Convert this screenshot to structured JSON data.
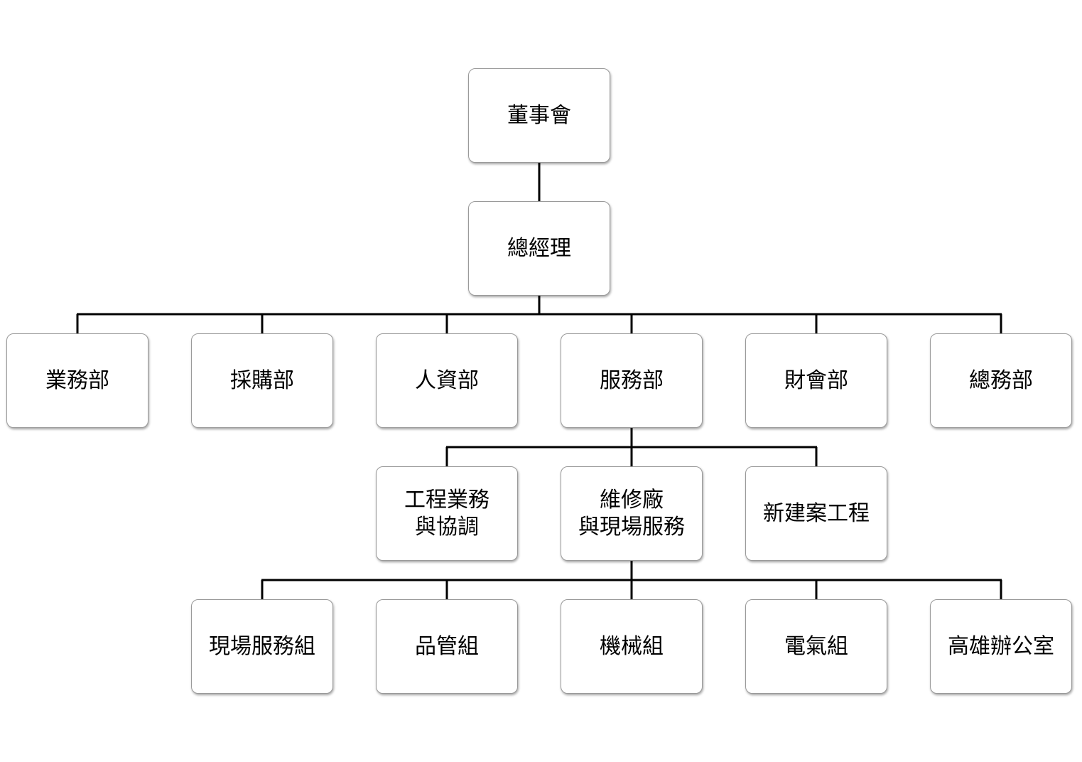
{
  "chart": {
    "board": "董事會",
    "gm": "總經理",
    "departments": [
      "業務部",
      "採購部",
      "人資部",
      "服務部",
      "財會部",
      "總務部"
    ],
    "service_units": [
      "工程業務\n與協調",
      "維修廠\n與現場服務",
      "新建案工程"
    ],
    "workshop_groups": [
      "現場服務組",
      "品管組",
      "機械組",
      "電氣組",
      "高雄辦公室"
    ]
  }
}
